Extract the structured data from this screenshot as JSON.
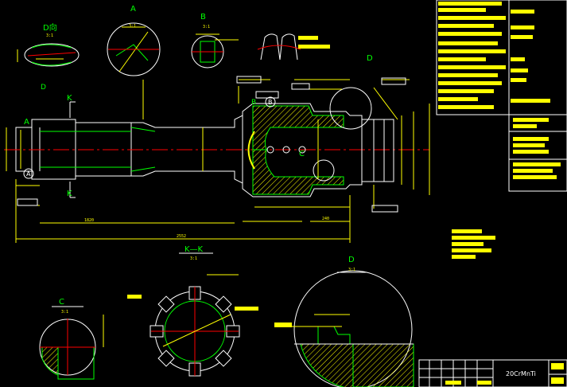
{
  "colors": {
    "background": "#000000",
    "outline": "#ffffff",
    "section": "#00ff00",
    "center_line": "#ff0000",
    "dimension": "#ffff00",
    "hatch": "#ffff00",
    "note_block": "#ffff00",
    "label": "#00ffff"
  },
  "views": {
    "a": "A",
    "a_circle": "A",
    "b": "B",
    "b_circle": "B",
    "c": "C",
    "c_circle": "C",
    "d": "D",
    "d_top": "D",
    "d_arrow": "D",
    "d_direction": "D向",
    "k_top": "K",
    "k_bottom": "K",
    "kk": "K—K"
  },
  "dims": {
    "d1": "3:1",
    "d2": "3:1",
    "d3": "3:1",
    "d4": "3:1",
    "d5": "3:1",
    "d6": "3:1",
    "len_total": "2552",
    "len_mid": "1820",
    "len_b": "240"
  },
  "title_block": {
    "material": "20CrMnTi"
  }
}
